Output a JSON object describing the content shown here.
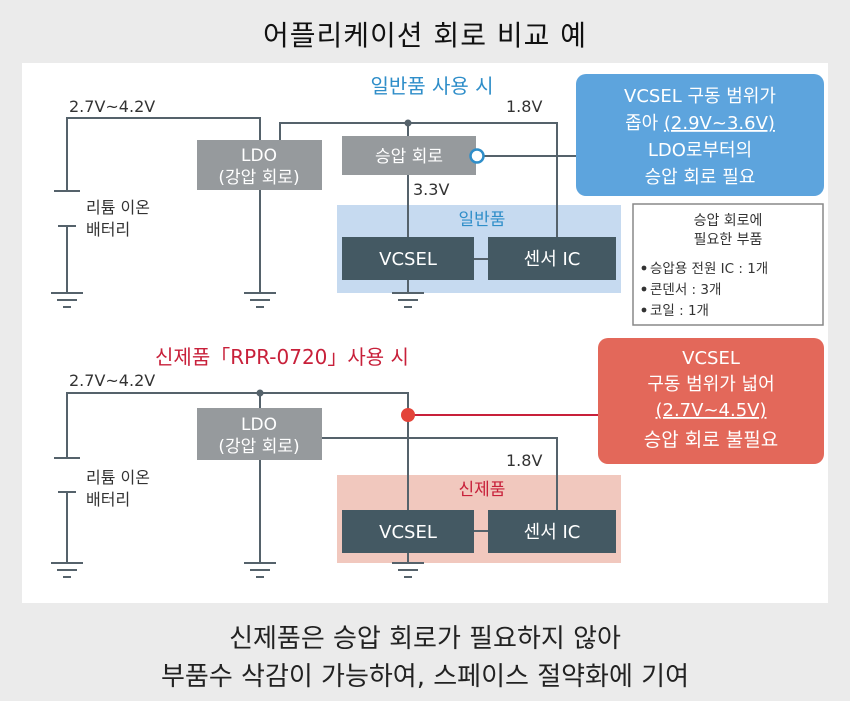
{
  "title": "어플리케이션 회로 비교 예",
  "top": {
    "heading": "일반품 사용 시",
    "input_voltage": "2.7V~4.2V",
    "rail_voltage": "1.8V",
    "boost_voltage": "3.3V",
    "battery_line1": "리튬 이온",
    "battery_line2": "배터리",
    "ldo_line1": "LDO",
    "ldo_line2": "(강압 회로)",
    "boost_label": "승압 회로",
    "area_label": "일반품",
    "vcsel_label": "VCSEL",
    "sensor_label": "센서 IC",
    "callout": {
      "line1": "VCSEL 구동 범위가",
      "line2_prefix": "좁아 ",
      "line2_range": "(2.9V~3.6V)",
      "line3": "LDO로부터의",
      "line4": "승압 회로 필요"
    },
    "parts": {
      "title1": "승압 회로에",
      "title2": "필요한 부품",
      "items": [
        "승압용 전원 IC : 1개",
        "콘덴서 : 3개",
        "코일 : 1개"
      ]
    }
  },
  "bottom": {
    "heading": "신제품「RPR-0720」사용 시",
    "input_voltage": "2.7V~4.2V",
    "rail_voltage": "1.8V",
    "battery_line1": "리튬 이온",
    "battery_line2": "배터리",
    "ldo_line1": "LDO",
    "ldo_line2": "(강압 회로)",
    "area_label": "신제품",
    "vcsel_label": "VCSEL",
    "sensor_label": "센서 IC",
    "callout": {
      "line1": "VCSEL",
      "line2": "구동 범위가 넓어",
      "line3": "(2.7V~4.5V)",
      "line4": "승압 회로 불필요"
    }
  },
  "footer": {
    "line1": "신제품은 승압 회로가 필요하지 않아",
    "line2": "부품수 삭감이 가능하여, 스페이스 절약화에 기여"
  },
  "colors": {
    "blue_accent": "#2f8ec9",
    "red_accent": "#c8203a",
    "dark_box": "#445963",
    "gray_box": "#969a9d",
    "blue_area": "#c6daf0",
    "red_area": "#f1c8be",
    "blue_callout": "#5da4dd",
    "red_callout": "#e3685a"
  }
}
